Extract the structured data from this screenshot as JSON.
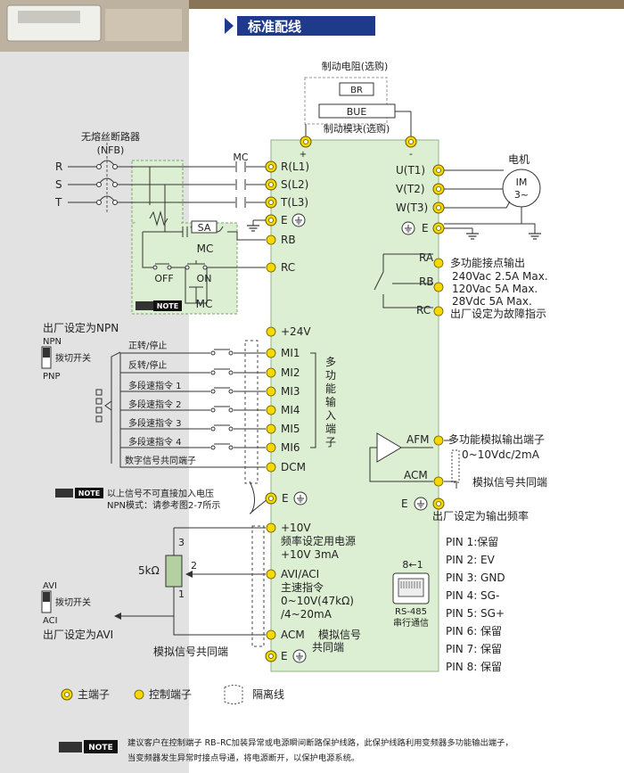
{
  "header": {
    "title": "标准配线"
  },
  "braking": {
    "resistor_label": "制动电阻(选购)",
    "br": "BR",
    "bue": "BUE",
    "module_label": "制动模块(选购)",
    "plus": "+",
    "minus": "-"
  },
  "breaker": {
    "label1": "无熔丝断路器",
    "label2": "(NFB)",
    "phases": [
      "R",
      "S",
      "T"
    ],
    "mc": "MC"
  },
  "input_terminals": [
    "R(L1)",
    "S(L2)",
    "T(L3)"
  ],
  "ground_label": "E",
  "control_circuit": {
    "sa": "SA",
    "mc1": "MC",
    "off": "OFF",
    "on": "ON",
    "mc2": "MC",
    "rb": "RB",
    "rc": "RC"
  },
  "note_badge": "NOTE",
  "motor": {
    "label": "电机",
    "im": "IM",
    "phase": "3~",
    "terminals": [
      "U(T1)",
      "V(T2)",
      "W(T3)"
    ]
  },
  "relay": {
    "ra": "RA",
    "rb": "RB",
    "rc": "RC",
    "title": "多功能接点输出",
    "specs": [
      "240Vac 2.5A Max.",
      "120Vac 5A Max.",
      "28Vdc 5A Max."
    ],
    "factory": "出厂设定为故障指示"
  },
  "digital": {
    "npn_title": "出厂设定为NPN",
    "npn": "NPN",
    "switch": "拨切开关",
    "pnp": "PNP",
    "plus24": "+24V",
    "inputs": [
      {
        "label": "正转/停止",
        "terminal": "MI1"
      },
      {
        "label": "反转/停止",
        "terminal": "MI2"
      },
      {
        "label": "多段速指令 1",
        "terminal": "MI3"
      },
      {
        "label": "多段速指令 2",
        "terminal": "MI4"
      },
      {
        "label": "多段速指令 3",
        "terminal": "MI5"
      },
      {
        "label": "多段速指令 4",
        "terminal": "MI6"
      }
    ],
    "side_label": [
      "多",
      "功",
      "能",
      "输",
      "入",
      "端",
      "子"
    ],
    "common_label": "数字信号共同端子",
    "dcm": "DCM",
    "note1": "以上信号不可直接加入电压",
    "note2": "NPN模式：请参考图2-7所示"
  },
  "analog_out": {
    "afm": "AFM",
    "title": "多功能模拟输出端子",
    "range": "0~10Vdc/2mA",
    "acm": "ACM",
    "common": "模拟信号共同端",
    "factory": "出厂设定为输出频率"
  },
  "analog_in": {
    "plus10": "+10V",
    "pwr_label": "频率设定用电源",
    "pwr_spec": "+10V 3mA",
    "avi": "AVI/ACI",
    "main": "主速指令",
    "r1": "0~10V(47kΩ)",
    "r2": "/4~20mA",
    "acm": "ACM",
    "acm_label1": "模拟信号",
    "acm_label2": "共同端",
    "pot": "5kΩ",
    "pin3": "3",
    "pin2": "2",
    "pin1": "1",
    "avi_sw": "AVI",
    "switch": "拨切开关",
    "aci_sw": "ACI",
    "factory": "出厂设定为AVI",
    "common": "模拟信号共同端"
  },
  "rs485": {
    "pins_label": "8←1",
    "name": "RS-485",
    "comm": "串行通信",
    "pins": [
      "PIN 1:保留",
      "PIN 2: EV",
      "PIN 3: GND",
      "PIN 4: SG-",
      "PIN 5: SG+",
      "PIN 6: 保留",
      "PIN 7: 保留",
      "PIN 8: 保留"
    ]
  },
  "legend": {
    "main": "主端子",
    "control": "控制端子",
    "isolation": "隔离线"
  },
  "bottom_note": {
    "line1": "建议客户在控制端子 RB–RC加装异常或电源瞬间断路保护线路，此保护线路利用变频器多功能输出端子，",
    "line2": "当变频器发生异常时接点导通，将电源断开，以保护电源系统。"
  },
  "colors": {
    "inverter_fill": "#dcefd2",
    "terminal": "#f5d800",
    "header_bar": "#1e3a8a",
    "grey_band": "#e2e2e2"
  }
}
